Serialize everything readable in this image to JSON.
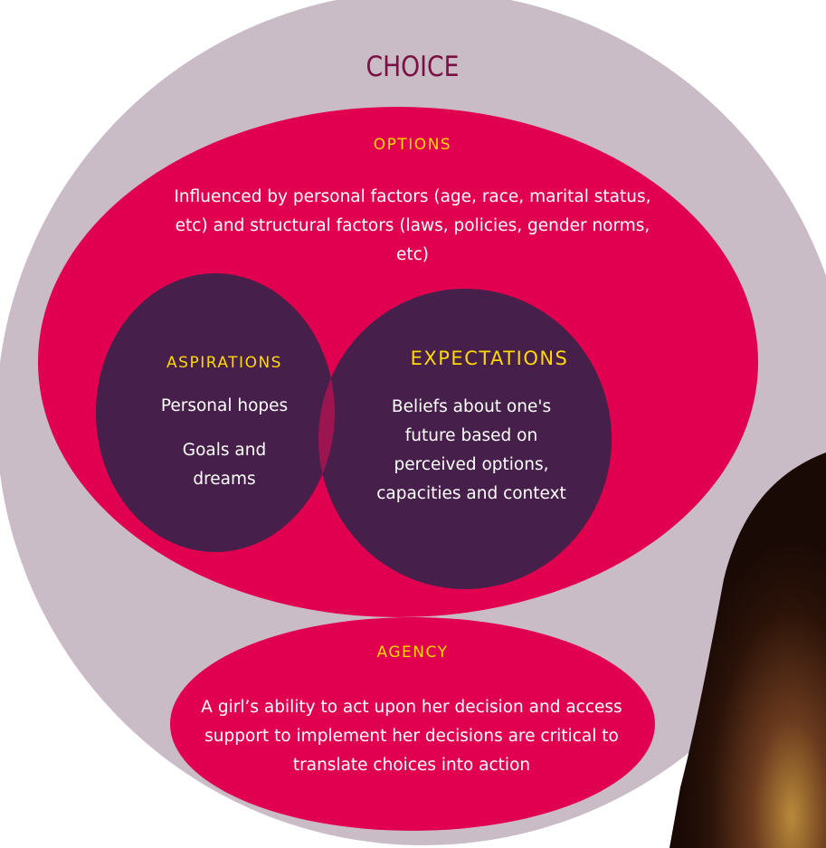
{
  "choice": {
    "title": "CHOICE"
  },
  "options": {
    "title": "OPTIONS",
    "description": "Influenced by personal factors (age, race, marital status, etc) and structural factors (laws, policies, gender norms, etc)"
  },
  "aspirations": {
    "title": "ASPIRATIONS",
    "item1": "Personal hopes",
    "item2": "Goals and dreams"
  },
  "expectations": {
    "title": "EXPECTATIONS",
    "description": "Beliefs about one's future based on perceived options, capacities and context"
  },
  "agency": {
    "title": "AGENCY",
    "description": "A girl’s ability to act upon her decision and access support to implement her decisions are critical to translate choices into action"
  },
  "colors": {
    "outer_circle": "#c9bcc7",
    "magenta": "#e0004f",
    "dark_purple": "#46204a",
    "overlap": "#9c1550",
    "heading_yellow": "#ffd800",
    "choice_title": "#7a1042",
    "body_text": "#ffffff"
  }
}
